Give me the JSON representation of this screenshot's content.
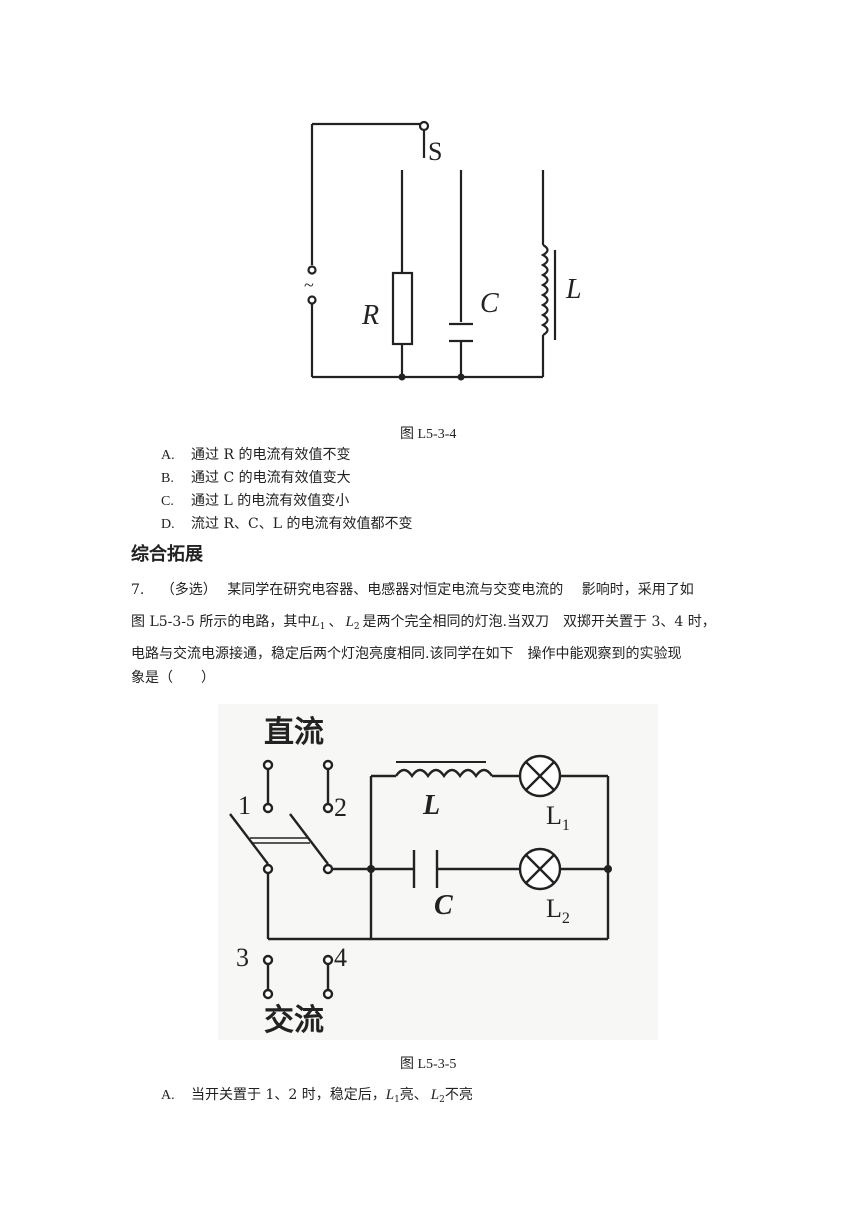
{
  "figure1": {
    "caption": "图 L5-3-4",
    "labels": {
      "switch": "S",
      "resistor": "R",
      "capacitor": "C",
      "inductor": "L",
      "source": "~"
    }
  },
  "options_q6": [
    {
      "letter": "A.",
      "text": "通过 R 的电流有效值不变"
    },
    {
      "letter": "B.",
      "text": "通过 C 的电流有效值变大"
    },
    {
      "letter": "C.",
      "text": "通过 L 的电流有效值变小"
    },
    {
      "letter": "D.",
      "text": "流过 R、C、L 的电流有效值都不变"
    }
  ],
  "section_heading": "综合拓展",
  "question7": {
    "number": "7.",
    "tag": "（多选）",
    "line1": "某同学在研究电容器、电感器对恒定电流与交变电流的　 影响时，采用了如",
    "line2_a": "图 L5-3-5 所示的电路，其中",
    "l1": "L",
    "l1_sub": "1",
    "sep": "、",
    "l2": "L",
    "l2_sub": "2",
    "line2_b": "是两个完全相同的灯泡.当双刀　双掷开关置于 3、4 时，",
    "line3": "电路与交流电源接通，稳定后两个灯泡亮度相同.该同学在如下　操作中能观察到的实验现",
    "line4": "象是（　　）"
  },
  "figure2": {
    "caption": "图 L5-3-5",
    "labels": {
      "dc": "直流",
      "ac": "交流",
      "t1": "1",
      "t2": "2",
      "t3": "3",
      "t4": "4",
      "inductor": "L",
      "capacitor": "C",
      "lamp1": "L",
      "lamp1_sub": "1",
      "lamp2": "L",
      "lamp2_sub": "2"
    }
  },
  "option_7a": {
    "letter": "A.",
    "text_a": "当开关置于 1、2 时，稳定后，",
    "l1": "L",
    "l1_sub": "1",
    "mid": "亮、",
    "l2": "L",
    "l2_sub": "2",
    "end": "不亮"
  }
}
